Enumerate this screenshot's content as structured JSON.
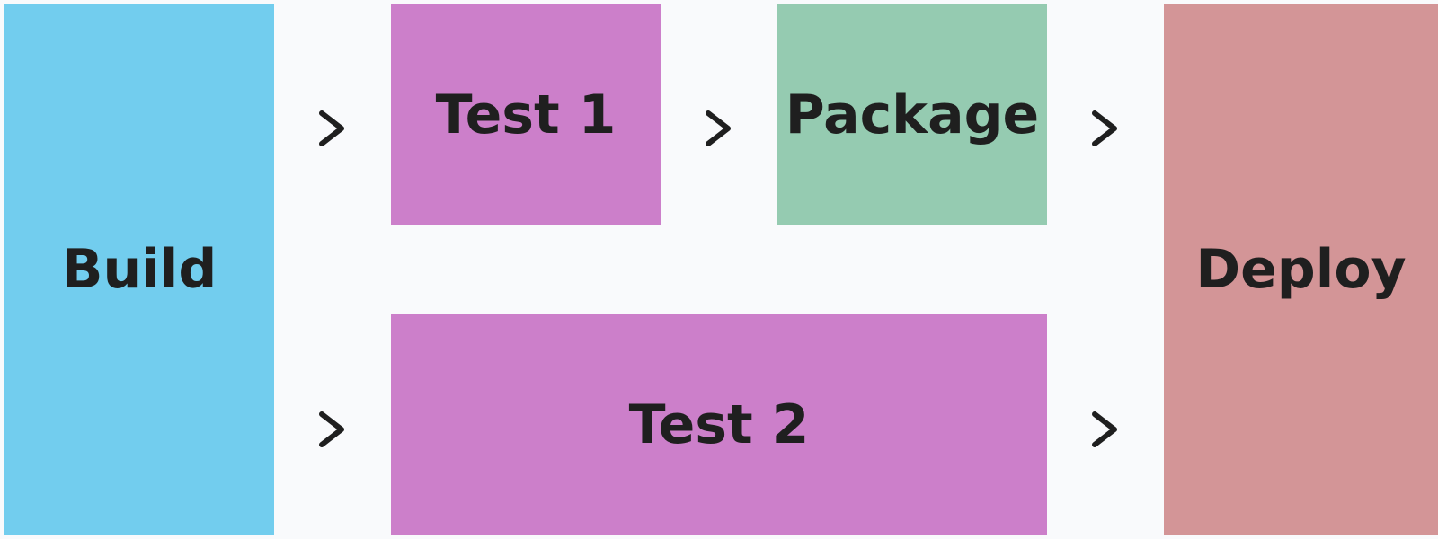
{
  "colors": {
    "background": "#f9fafc",
    "build": "#72cdee",
    "test": "#cc7fca",
    "package": "#95cbb1",
    "deploy": "#d39597",
    "text": "#1f1f1f"
  },
  "stages": {
    "build": "Build",
    "test1": "Test 1",
    "package": "Package",
    "test2": "Test 2",
    "deploy": "Deploy"
  },
  "icons": {
    "arrow": "chevron-right-icon"
  }
}
